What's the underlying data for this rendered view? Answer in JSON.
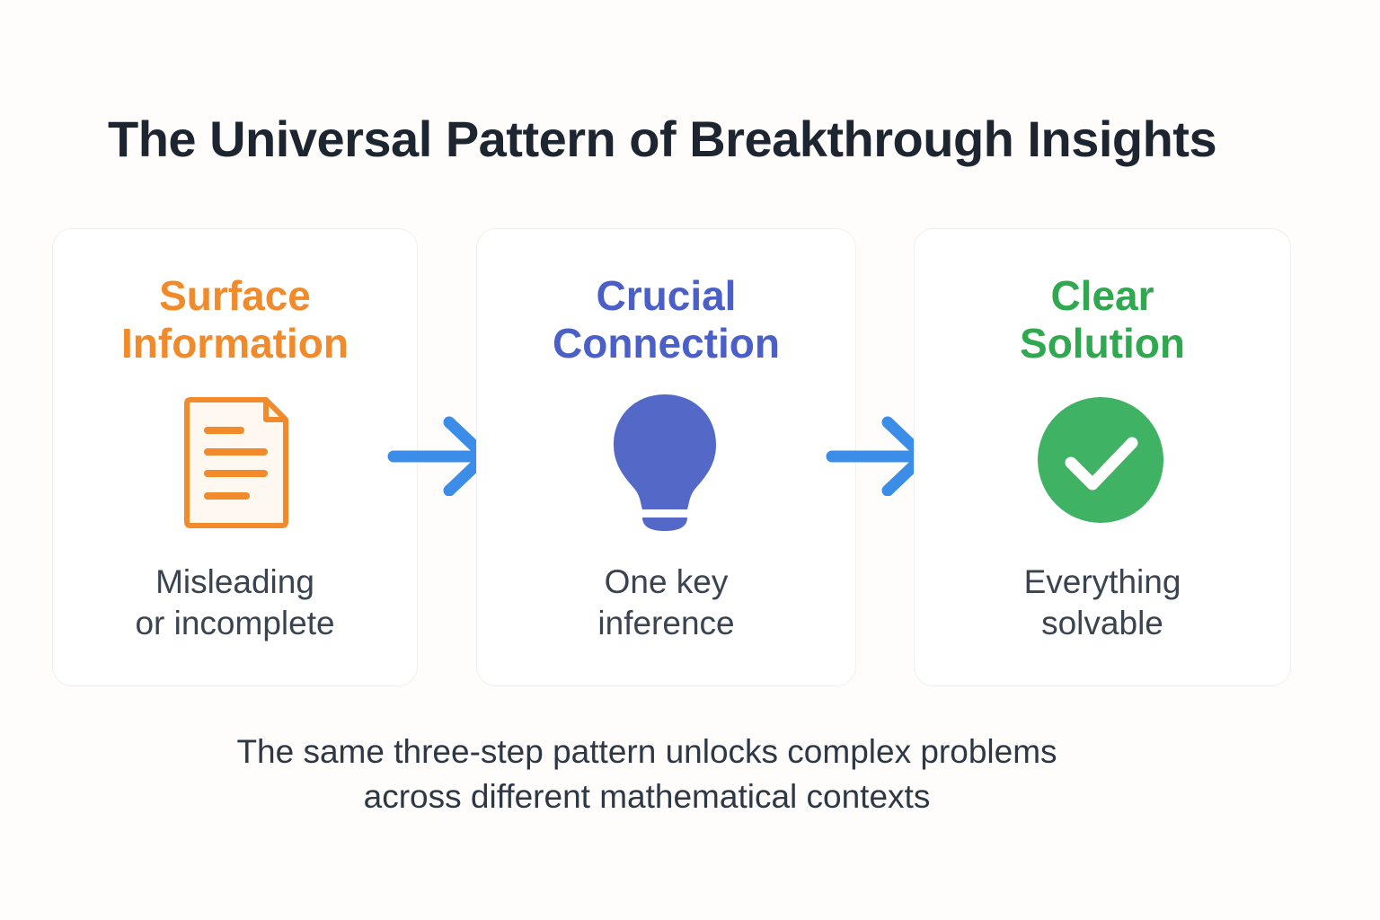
{
  "title": "The Universal Pattern of Breakthrough Insights",
  "steps": [
    {
      "heading_line1": "Surface",
      "heading_line2": "Information",
      "desc_line1": "Misleading",
      "desc_line2": "or incomplete",
      "color": "#f08a2a",
      "icon": "document-icon"
    },
    {
      "heading_line1": "Crucial",
      "heading_line2": "Connection",
      "desc_line1": "One key",
      "desc_line2": "inference",
      "color": "#4a5fc8",
      "icon": "lightbulb-icon"
    },
    {
      "heading_line1": "Clear",
      "heading_line2": "Solution",
      "desc_line1": "Everything",
      "desc_line2": "solvable",
      "color": "#2fa84f",
      "icon": "checkmark-circle-icon"
    }
  ],
  "arrow_color": "#3b8de8",
  "footer_line1": "The same three-step pattern unlocks complex problems",
  "footer_line2": "across different mathematical contexts"
}
